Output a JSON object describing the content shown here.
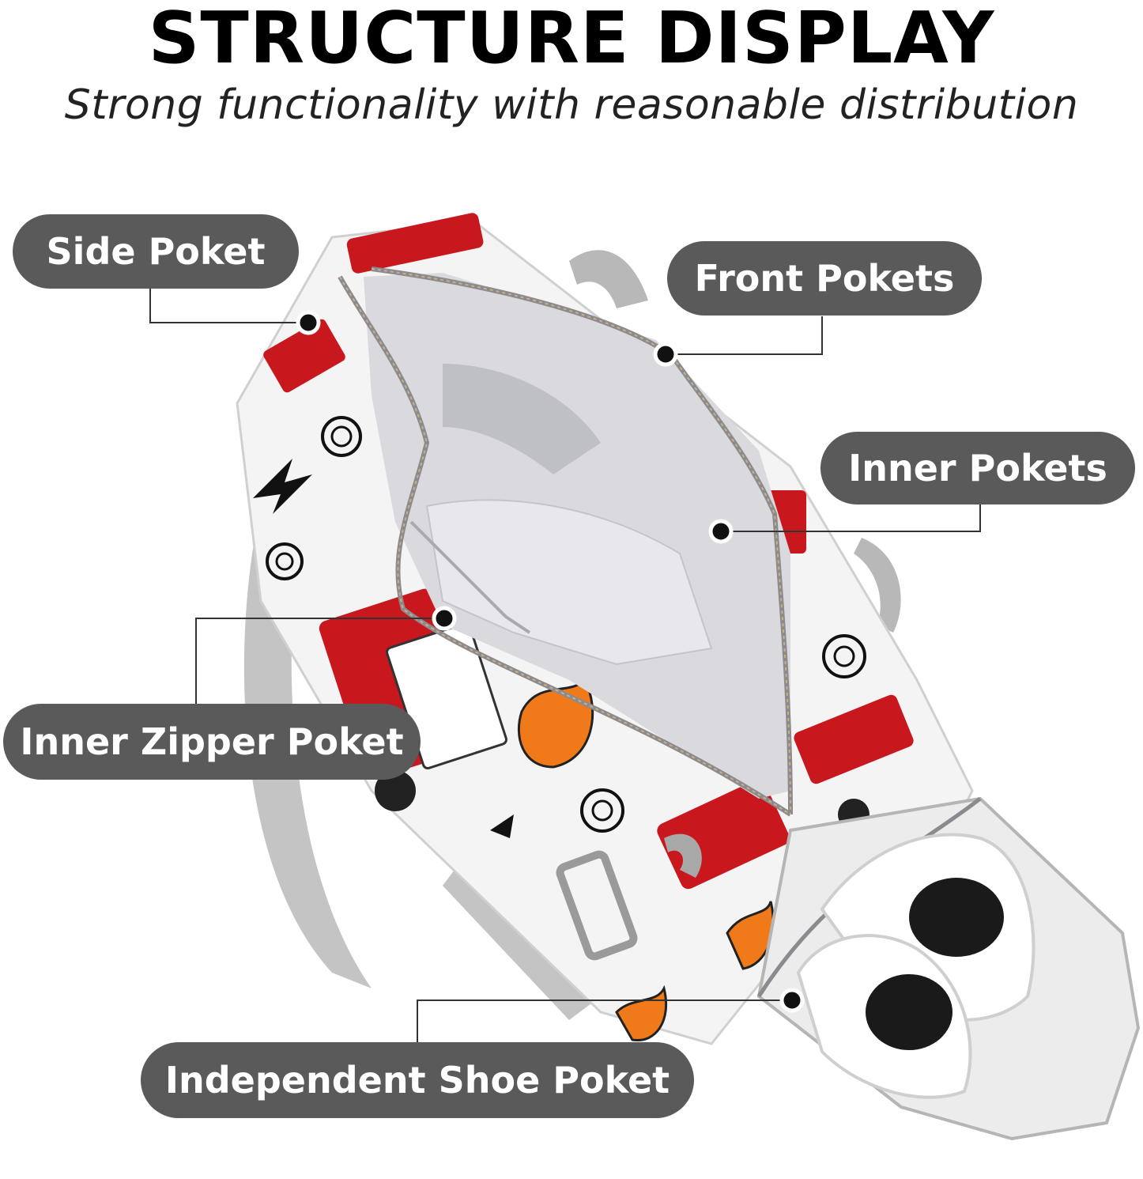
{
  "header": {
    "title": "STRUCTURE DISPLAY",
    "subtitle": "Strong functionality with reasonable distribution"
  },
  "callouts": {
    "side_pocket": "Side Poket",
    "front_pockets": "Front Pokets",
    "inner_pockets": "Inner Pokets",
    "inner_zipper_pocket": "Inner Zipper Poket",
    "shoe_pocket": "Independent Shoe Poket"
  },
  "colors": {
    "pill_bg": "#5a5a5a",
    "pill_text": "#ffffff",
    "bag_red": "#c8171d",
    "lining_grey": "#d6d6da",
    "strap_grey": "#bdbdbd"
  }
}
